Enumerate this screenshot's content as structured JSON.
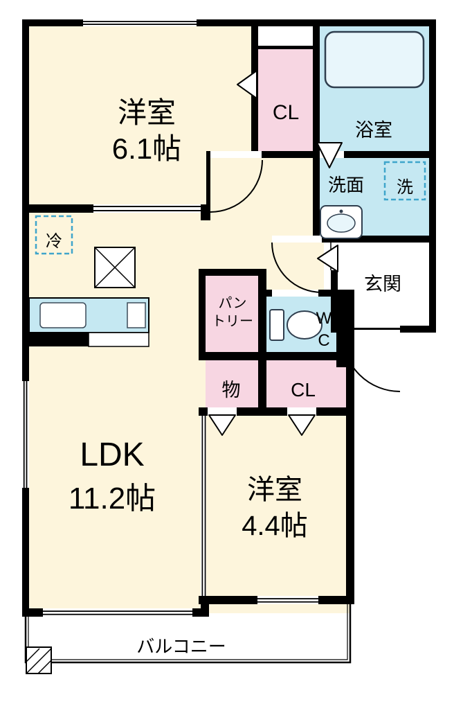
{
  "floorplan": {
    "colors": {
      "room": "#fdf5dc",
      "closet": "#f7d6e2",
      "wet": "#c5e8f2",
      "fixture": "#e8f6fb",
      "dash": "#3fa5cb",
      "wall": "#000000"
    },
    "labels": {
      "bedroom1_name": "洋室",
      "bedroom1_size": "6.1帖",
      "closet_top": "CL",
      "bath": "浴室",
      "washroom": "洗面",
      "washer": "洗",
      "entrance": "玄関",
      "fridge": "冷",
      "pantry_line1": "パン",
      "pantry_line2": "トリー",
      "wc_line1": "W",
      "wc_line2": "C",
      "storage": "物",
      "closet_bottom": "CL",
      "ldk_name": "LDK",
      "ldk_size": "11.2帖",
      "bedroom2_name": "洋室",
      "bedroom2_size": "4.4帖",
      "balcony": "バルコニー"
    }
  }
}
